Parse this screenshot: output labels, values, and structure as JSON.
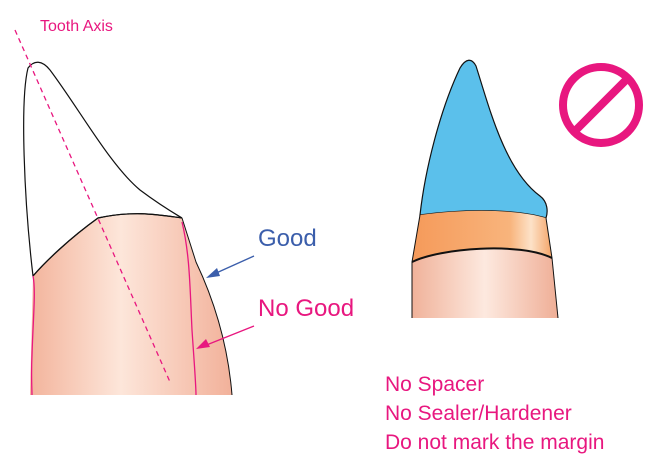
{
  "labels": {
    "tooth_axis": "Tooth Axis",
    "good": "Good",
    "no_good": "No Good"
  },
  "notes": [
    "No Spacer",
    "No Sealer/Hardener",
    "Do not mark the margin"
  ],
  "prohibited_icon": "no-entry-icon",
  "colors": {
    "magenta": "#e8177f",
    "blue_label": "#3b5eab",
    "crown_blue": "#5bc0eb",
    "margin_orange": "#f4a460",
    "skin": "#f6cdb8"
  }
}
